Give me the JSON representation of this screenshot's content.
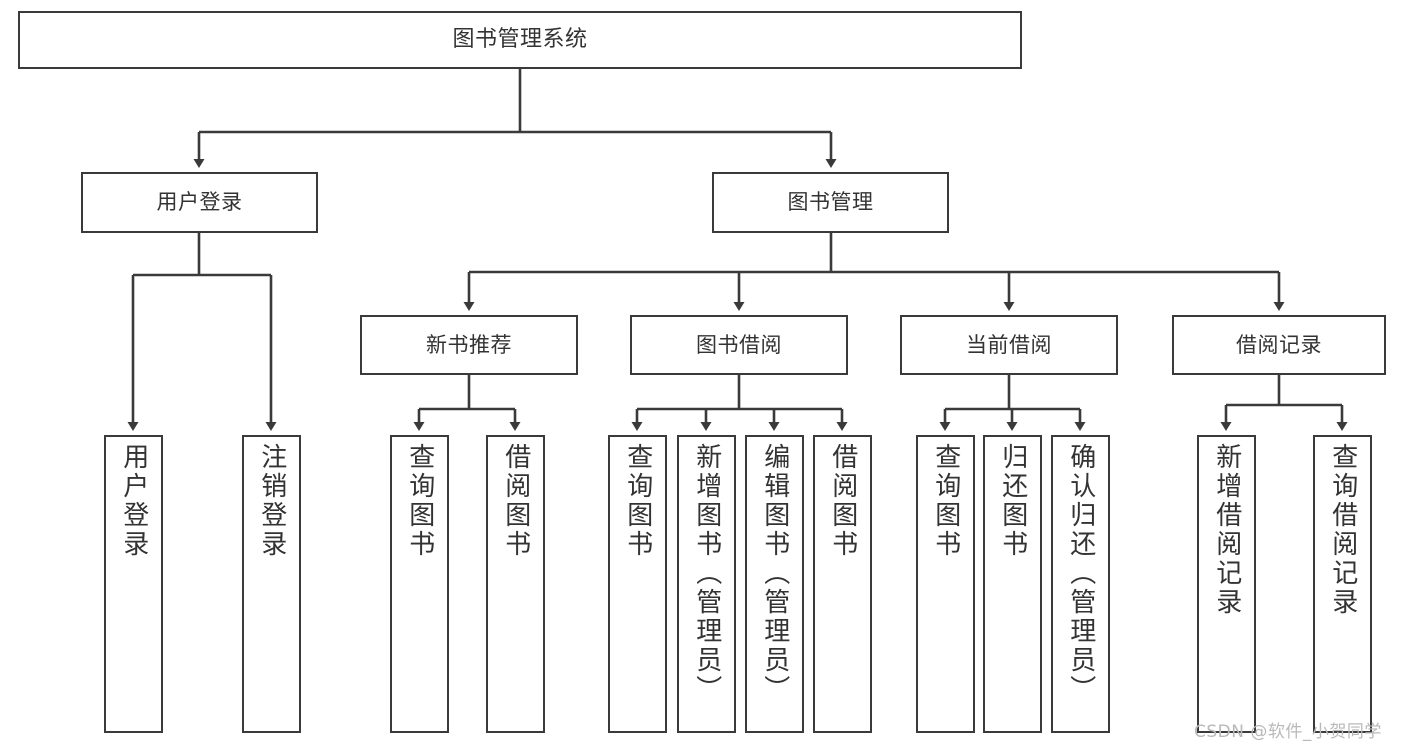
{
  "diagram": {
    "type": "hierarchy-tree",
    "title": "图书管理系统",
    "watermark": "CSDN @软件_小贺同学",
    "colors": {
      "stroke": "#3a3a3a",
      "box_fill": "#ffffff",
      "text": "#333333",
      "watermark": "#b9b9b9",
      "background": "#ffffff"
    },
    "levels": {
      "root": "图书管理系统",
      "level2": [
        "用户登录",
        "图书管理"
      ],
      "level3": [
        "新书推荐",
        "图书借阅",
        "当前借阅",
        "借阅记录"
      ],
      "level4": [
        "用户登录",
        "注销登录",
        "查询图书",
        "借阅图书",
        "查询图书",
        "新增图书（管理员）",
        "编辑图书（管理员）",
        "借阅图书",
        "查询图书",
        "归还图书",
        "确认归还（管理员）",
        "新增借阅记录",
        "查询借阅记录"
      ]
    },
    "nodes": {
      "root": {
        "label": "图书管理系统"
      },
      "user_login": {
        "label": "用户登录"
      },
      "book_manage": {
        "label": "图书管理"
      },
      "new_book_rec": {
        "label": "新书推荐"
      },
      "book_borrow": {
        "label": "图书借阅"
      },
      "current_borrow": {
        "label": "当前借阅"
      },
      "borrow_record": {
        "label": "借阅记录"
      },
      "leaf_user_login": {
        "label": "用户登录"
      },
      "leaf_logout": {
        "label": "注销登录"
      },
      "leaf_query_book_a": {
        "label": "查询图书"
      },
      "leaf_borrow_book_a": {
        "label": "借阅图书"
      },
      "leaf_query_book_b": {
        "label": "查询图书"
      },
      "leaf_add_book": {
        "label": "新增图书（管理员）"
      },
      "leaf_edit_book": {
        "label": "编辑图书（管理员）"
      },
      "leaf_borrow_book_b": {
        "label": "借阅图书"
      },
      "leaf_query_book_c": {
        "label": "查询图书"
      },
      "leaf_return_book": {
        "label": "归还图书"
      },
      "leaf_confirm_return": {
        "label": "确认归还（管理员）"
      },
      "leaf_add_record": {
        "label": "新增借阅记录"
      },
      "leaf_query_record": {
        "label": "查询借阅记录"
      }
    }
  }
}
